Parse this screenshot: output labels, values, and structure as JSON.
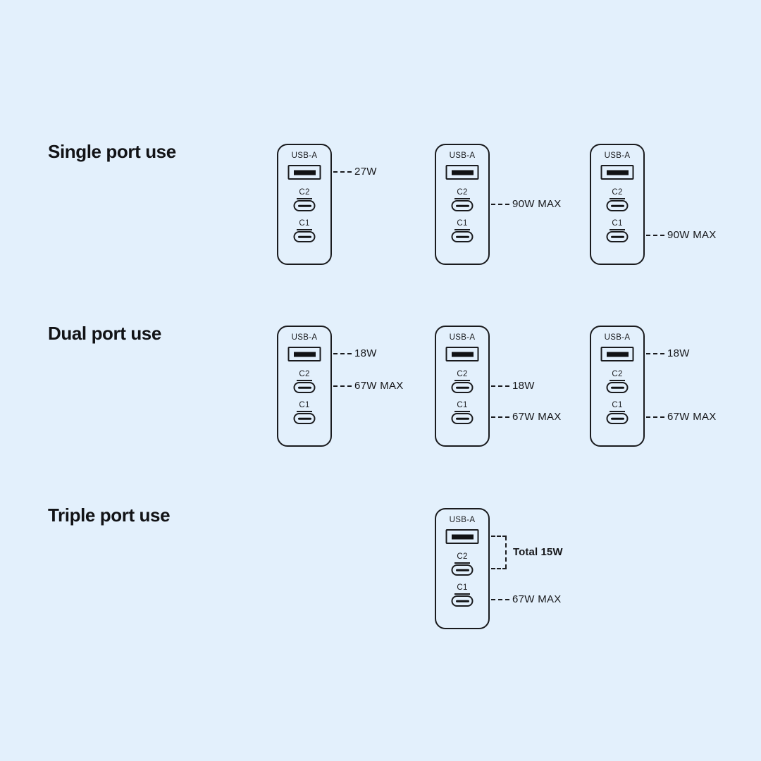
{
  "page": {
    "background_color": "#E3F0FC",
    "ink_color": "#1A1B1E"
  },
  "port_names": {
    "usba": "USB-A",
    "c2": "C2",
    "c1": "C1"
  },
  "sections": [
    {
      "title": "Single port use",
      "chargers": [
        {
          "column": 0,
          "callouts": [
            {
              "type": "line",
              "port": "usba",
              "label": "27W"
            }
          ]
        },
        {
          "column": 1,
          "callouts": [
            {
              "type": "line",
              "port": "c2",
              "label": "90W MAX"
            }
          ]
        },
        {
          "column": 2,
          "callouts": [
            {
              "type": "line",
              "port": "c1",
              "label": "90W MAX"
            }
          ]
        }
      ]
    },
    {
      "title": "Dual port use",
      "chargers": [
        {
          "column": 0,
          "callouts": [
            {
              "type": "line",
              "port": "usba",
              "label": "18W"
            },
            {
              "type": "line",
              "port": "c2",
              "label": "67W MAX"
            }
          ]
        },
        {
          "column": 1,
          "callouts": [
            {
              "type": "line",
              "port": "c2",
              "label": "18W"
            },
            {
              "type": "line",
              "port": "c1",
              "label": "67W MAX"
            }
          ]
        },
        {
          "column": 2,
          "callouts": [
            {
              "type": "line",
              "port": "usba",
              "label": "18W"
            },
            {
              "type": "line",
              "port": "c1",
              "label": "67W MAX"
            }
          ]
        }
      ]
    },
    {
      "title": "Triple port use",
      "chargers": [
        {
          "column": 1,
          "callouts": [
            {
              "type": "bracket",
              "ports": [
                "usba",
                "c2"
              ],
              "label": "Total 15W"
            },
            {
              "type": "line",
              "port": "c1",
              "label": "67W MAX"
            }
          ]
        }
      ]
    }
  ]
}
